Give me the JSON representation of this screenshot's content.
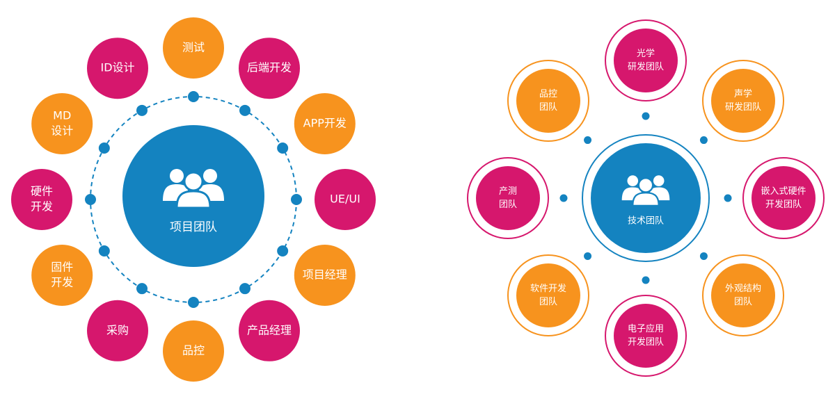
{
  "colors": {
    "blue": "#1483c0",
    "orange": "#f7931e",
    "magenta": "#d6176d",
    "white": "#ffffff"
  },
  "left_diagram": {
    "center": {
      "label": "项目团队",
      "icon": "team-icon"
    },
    "nodes": [
      {
        "lines": [
          "测试"
        ],
        "color": "orange"
      },
      {
        "lines": [
          "后端开发"
        ],
        "color": "magenta"
      },
      {
        "lines": [
          "APP开发"
        ],
        "color": "orange"
      },
      {
        "lines": [
          "UE/UI"
        ],
        "color": "magenta"
      },
      {
        "lines": [
          "项目经理"
        ],
        "color": "orange"
      },
      {
        "lines": [
          "产品经理"
        ],
        "color": "magenta"
      },
      {
        "lines": [
          "品控"
        ],
        "color": "orange"
      },
      {
        "lines": [
          "采购"
        ],
        "color": "magenta"
      },
      {
        "lines": [
          "固件",
          "开发"
        ],
        "color": "orange"
      },
      {
        "lines": [
          "硬件",
          "开发"
        ],
        "color": "magenta"
      },
      {
        "lines": [
          "MD",
          "设计"
        ],
        "color": "orange"
      },
      {
        "lines": [
          "ID设计"
        ],
        "color": "magenta"
      }
    ]
  },
  "right_diagram": {
    "center": {
      "label": "技术团队",
      "icon": "team-icon"
    },
    "nodes": [
      {
        "lines": [
          "光学",
          "研发团队"
        ],
        "color": "magenta"
      },
      {
        "lines": [
          "声学",
          "研发团队"
        ],
        "color": "orange"
      },
      {
        "lines": [
          "嵌入式硬件",
          "开发团队"
        ],
        "color": "magenta"
      },
      {
        "lines": [
          "外观结构",
          "团队"
        ],
        "color": "orange"
      },
      {
        "lines": [
          "电子应用",
          "开发团队"
        ],
        "color": "magenta"
      },
      {
        "lines": [
          "软件开发",
          "团队"
        ],
        "color": "orange"
      },
      {
        "lines": [
          "产测",
          "团队"
        ],
        "color": "magenta"
      },
      {
        "lines": [
          "品控",
          "团队"
        ],
        "color": "orange"
      }
    ]
  }
}
